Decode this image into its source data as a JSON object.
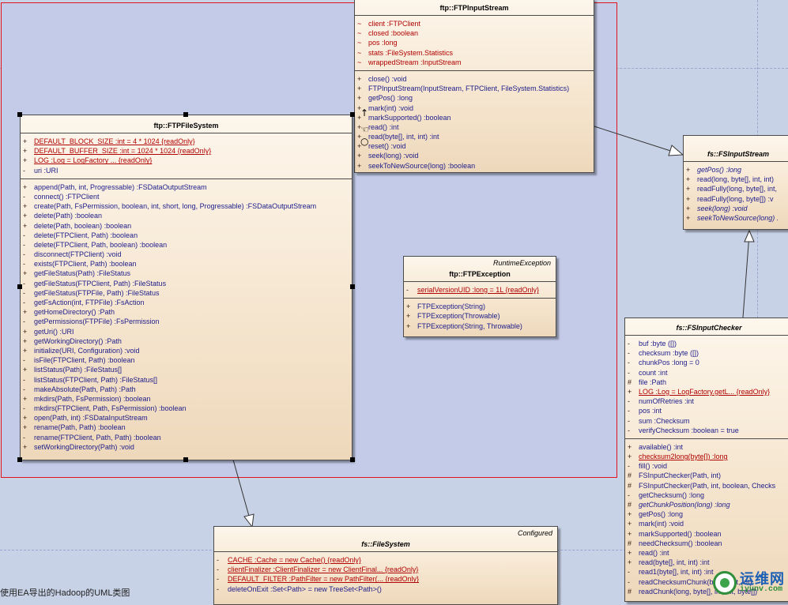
{
  "diagram": {
    "classes": {
      "ftp_input_stream": {
        "title": "ftp::FTPInputStream",
        "attributes": [
          {
            "vis": "~",
            "text": "client  :FTPClient"
          },
          {
            "vis": "~",
            "text": "closed  :boolean"
          },
          {
            "vis": "~",
            "text": "pos  :long"
          },
          {
            "vis": "~",
            "text": "stats  :FileSystem.Statistics"
          },
          {
            "vis": "~",
            "text": "wrappedStream  :InputStream"
          }
        ],
        "operations": [
          {
            "vis": "+",
            "text": "close()  :void"
          },
          {
            "vis": "+",
            "text": "FTPInputStream(InputStream, FTPClient, FileSystem.Statistics)"
          },
          {
            "vis": "+",
            "text": "getPos()  :long"
          },
          {
            "vis": "+",
            "text": "mark(int)  :void"
          },
          {
            "vis": "+",
            "text": "markSupported()  :boolean"
          },
          {
            "vis": "+",
            "text": "read()  :int"
          },
          {
            "vis": "+",
            "text": "read(byte[], int, int)  :int"
          },
          {
            "vis": "+",
            "text": "reset()  :void"
          },
          {
            "vis": "+",
            "text": "seek(long)  :void"
          },
          {
            "vis": "+",
            "text": "seekToNewSource(long)  :boolean"
          }
        ]
      },
      "ftp_file_system": {
        "title": "ftp::FTPFileSystem",
        "attributes": [
          {
            "vis": "+",
            "text": "DEFAULT_BLOCK_SIZE  :int = 4 * 1024 {readOnly}",
            "static": true
          },
          {
            "vis": "+",
            "text": "DEFAULT_BUFFER_SIZE  :int = 1024 * 1024 {readOnly}",
            "static": true
          },
          {
            "vis": "+",
            "text": "LOG  :Log = LogFactory  ... {readOnly}",
            "static": true
          },
          {
            "vis": "-",
            "text": "uri  :URI"
          }
        ],
        "operations": [
          {
            "vis": "+",
            "text": "append(Path, int, Progressable)  :FSDataOutputStream"
          },
          {
            "vis": "-",
            "text": "connect()  :FTPClient"
          },
          {
            "vis": "+",
            "text": "create(Path, FsPermission, boolean, int, short, long, Progressable)  :FSDataOutputStream"
          },
          {
            "vis": "+",
            "text": "delete(Path)  :boolean"
          },
          {
            "vis": "+",
            "text": "delete(Path, boolean)  :boolean"
          },
          {
            "vis": "-",
            "text": "delete(FTPClient, Path)  :boolean"
          },
          {
            "vis": "-",
            "text": "delete(FTPClient, Path, boolean)  :boolean"
          },
          {
            "vis": "-",
            "text": "disconnect(FTPClient)  :void"
          },
          {
            "vis": "-",
            "text": "exists(FTPClient, Path)  :boolean"
          },
          {
            "vis": "+",
            "text": "getFileStatus(Path)  :FileStatus"
          },
          {
            "vis": "-",
            "text": "getFileStatus(FTPClient, Path)  :FileStatus"
          },
          {
            "vis": "-",
            "text": "getFileStatus(FTPFile, Path)  :FileStatus"
          },
          {
            "vis": "-",
            "text": "getFsAction(int, FTPFile)  :FsAction"
          },
          {
            "vis": "+",
            "text": "getHomeDirectory()  :Path"
          },
          {
            "vis": "-",
            "text": "getPermissions(FTPFile)  :FsPermission"
          },
          {
            "vis": "+",
            "text": "getUri()  :URI"
          },
          {
            "vis": "+",
            "text": "getWorkingDirectory()  :Path"
          },
          {
            "vis": "+",
            "text": "initialize(URI, Configuration)  :void"
          },
          {
            "vis": "-",
            "text": "isFile(FTPClient, Path)  :boolean"
          },
          {
            "vis": "+",
            "text": "listStatus(Path)  :FileStatus[]"
          },
          {
            "vis": "-",
            "text": "listStatus(FTPClient, Path)  :FileStatus[]"
          },
          {
            "vis": "-",
            "text": "makeAbsolute(Path, Path)  :Path"
          },
          {
            "vis": "+",
            "text": "mkdirs(Path, FsPermission)  :boolean"
          },
          {
            "vis": "-",
            "text": "mkdirs(FTPClient, Path, FsPermission)  :boolean"
          },
          {
            "vis": "+",
            "text": "open(Path, int)  :FSDataInputStream"
          },
          {
            "vis": "+",
            "text": "rename(Path, Path)  :boolean"
          },
          {
            "vis": "-",
            "text": "rename(FTPClient, Path, Path)  :boolean"
          },
          {
            "vis": "+",
            "text": "setWorkingDirectory(Path)  :void"
          }
        ]
      },
      "ftp_exception": {
        "stereotype": "RuntimeException",
        "title": "ftp::FTPException",
        "attributes": [
          {
            "vis": "-",
            "text": "serialVersionUID  :long = 1L {readOnly}",
            "static": true
          }
        ],
        "operations": [
          {
            "vis": "+",
            "text": "FTPException(String)"
          },
          {
            "vis": "+",
            "text": "FTPException(Throwable)"
          },
          {
            "vis": "+",
            "text": "FTPException(String, Throwable)"
          }
        ]
      },
      "fs_input_stream": {
        "title": "fs::FSInputStream",
        "operations": [
          {
            "vis": "+",
            "text": "getPos()  :long",
            "abstract": true
          },
          {
            "vis": "+",
            "text": "read(long, byte[], int, int)"
          },
          {
            "vis": "+",
            "text": "readFully(long, byte[], int,"
          },
          {
            "vis": "+",
            "text": "readFully(long, byte[])  :v"
          },
          {
            "vis": "+",
            "text": "seek(long)  :void",
            "abstract": true
          },
          {
            "vis": "+",
            "text": "seekToNewSource(long)  .",
            "abstract": true
          }
        ]
      },
      "fs_input_checker": {
        "title": "fs::FSInputChecker",
        "attributes": [
          {
            "vis": "-",
            "text": "buf  :byte ([])"
          },
          {
            "vis": "-",
            "text": "checksum  :byte ([])"
          },
          {
            "vis": "-",
            "text": "chunkPos  :long = 0"
          },
          {
            "vis": "-",
            "text": "count  :int"
          },
          {
            "vis": "#",
            "text": "file  :Path"
          },
          {
            "vis": "+",
            "text": "LOG  :Log = LogFactory.getL... {readOnly}",
            "static": true
          },
          {
            "vis": "-",
            "text": "numOfRetries  :int"
          },
          {
            "vis": "-",
            "text": "pos  :int"
          },
          {
            "vis": "-",
            "text": "sum  :Checksum"
          },
          {
            "vis": "-",
            "text": "verifyChecksum  :boolean = true"
          }
        ],
        "operations": [
          {
            "vis": "+",
            "text": "available()  :int"
          },
          {
            "vis": "+",
            "text": "checksum2long(byte[])  :long",
            "static": true
          },
          {
            "vis": "-",
            "text": "fill()  :void"
          },
          {
            "vis": "#",
            "text": "FSInputChecker(Path, int)"
          },
          {
            "vis": "#",
            "text": "FSInputChecker(Path, int, boolean, Checks"
          },
          {
            "vis": "-",
            "text": "getChecksum()  :long"
          },
          {
            "vis": "#",
            "text": "getChunkPosition(long)  :long",
            "abstract": true
          },
          {
            "vis": "+",
            "text": "getPos()  :long"
          },
          {
            "vis": "+",
            "text": "mark(int)  :void"
          },
          {
            "vis": "+",
            "text": "markSupported()  :boolean"
          },
          {
            "vis": "#",
            "text": "needChecksum()  :boolean"
          },
          {
            "vis": "+",
            "text": "read()  :int"
          },
          {
            "vis": "+",
            "text": "read(byte[], int, int)  :int"
          },
          {
            "vis": "-",
            "text": "read1(byte[], int, int)  :int"
          },
          {
            "vis": "-",
            "text": "readChecksumChunk(byte[], int, int)"
          },
          {
            "vis": "#",
            "text": "readChunk(long, byte[], int, int, byte[])"
          }
        ]
      },
      "fs_file_system": {
        "stereotype": "Configured",
        "title": "fs::FileSystem",
        "attributes": [
          {
            "vis": "-",
            "text": "CACHE  :Cache = new Cache() {readOnly}",
            "static": true
          },
          {
            "vis": "-",
            "text": "clientFinalizer  :ClientFinalizer = new ClientFinal... {readOnly}",
            "static": true
          },
          {
            "vis": "-",
            "text": "DEFAULT_FILTER  :PathFilter = new PathFilter(... {readOnly}",
            "static": true
          },
          {
            "vis": "-",
            "text": "deleteOnExit  :Set<Path> = new TreeSet<Path>()"
          }
        ]
      }
    },
    "footer_text": "使用EA导出的Hadoop的UML类图"
  },
  "watermark": {
    "cn": "运维网",
    "en": "iyunv.com"
  },
  "colors": {
    "background": "#c8d2e6",
    "selection_border": "#e0141c",
    "class_fill": "#f6e6d0",
    "static_text": "#b00000",
    "member_text": "#1c1c8a"
  }
}
